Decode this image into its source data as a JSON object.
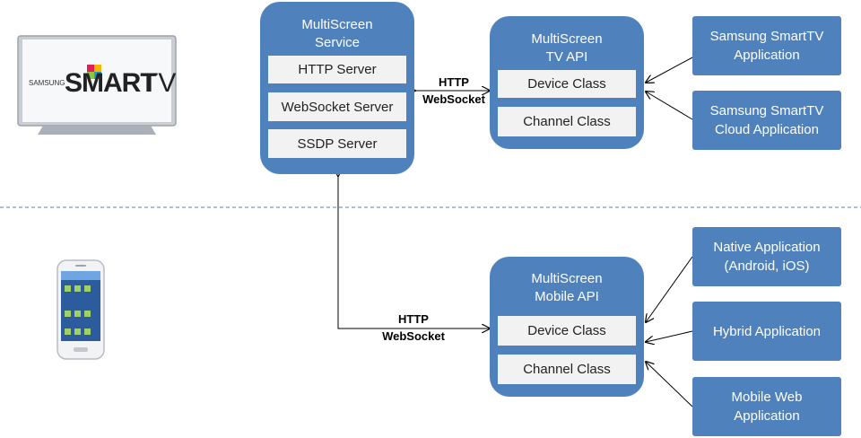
{
  "tv_logo": {
    "brand": "SAMSUNG",
    "smart": "SMART",
    "tv": "TV"
  },
  "service": {
    "title": "MultiScreen\nService",
    "rows": [
      "HTTP Server",
      "WebSocket Server",
      "SSDP Server"
    ]
  },
  "tv_api": {
    "title": "MultiScreen\nTV API",
    "rows": [
      "Device Class",
      "Channel Class"
    ]
  },
  "mobile_api": {
    "title": "MultiScreen\nMobile API",
    "rows": [
      "Device Class",
      "Channel Class"
    ]
  },
  "tv_apps": [
    "Samsung SmartTV\nApplication",
    "Samsung SmartTV\nCloud Application"
  ],
  "mobile_apps": [
    "Native Application\n(Android, iOS)",
    "Hybrid Application",
    "Mobile Web\nApplication"
  ],
  "protocol_top": "HTTP\nWebSocket",
  "protocol_bottom": "HTTP\nWebSocket",
  "colors": {
    "box": "#4f81bd",
    "row": "#f2f2f2",
    "divider": "#4f81bd"
  }
}
